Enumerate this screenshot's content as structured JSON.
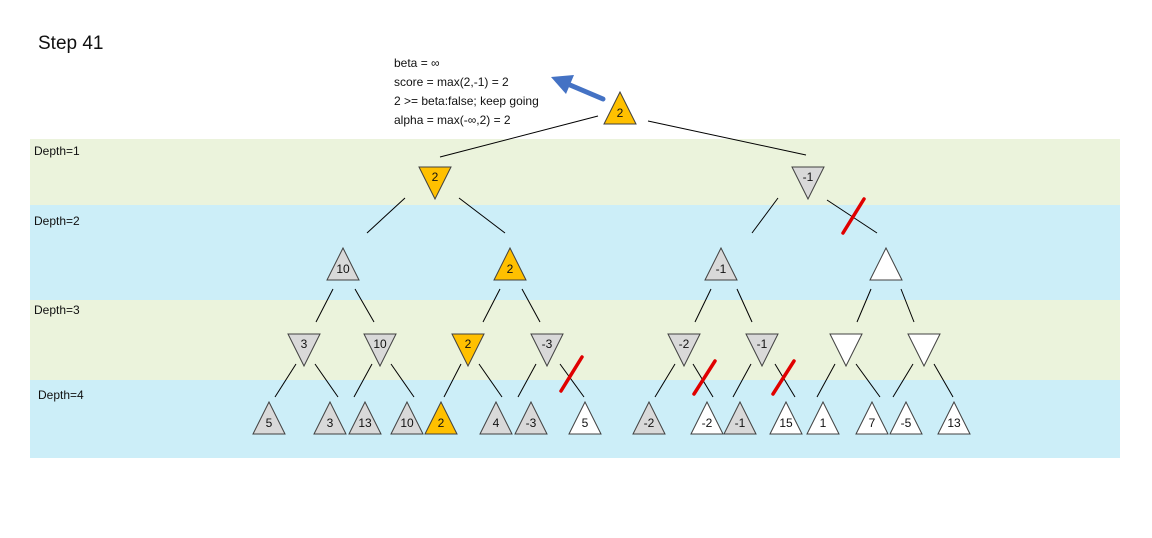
{
  "step_title": "Step 41",
  "notes": [
    "beta = ∞",
    "score = max(2,-1) = 2",
    "2 >= beta:false; keep going",
    "alpha = max(-∞,2) = 2"
  ],
  "depth_labels": [
    "Depth=1",
    "Depth=2",
    "Depth=3",
    "Depth=4"
  ],
  "colors": {
    "band_green": "#ebf3dc",
    "band_blue": "#cceef8",
    "node_active": "#ffc000",
    "node_visited": "#d9d9d9",
    "node_unvisited": "#ffffff",
    "prune_mark": "#e00000",
    "arrow": "#4472c4"
  },
  "tree": {
    "root": {
      "value": "2",
      "state": "active"
    },
    "d1": [
      {
        "value": "2",
        "state": "active"
      },
      {
        "value": "-1",
        "state": "visited"
      }
    ],
    "d2": [
      {
        "value": "10",
        "state": "visited"
      },
      {
        "value": "2",
        "state": "active"
      },
      {
        "value": "-1",
        "state": "visited"
      },
      {
        "value": "",
        "state": "unvisited"
      }
    ],
    "d3": [
      {
        "value": "3",
        "state": "visited"
      },
      {
        "value": "10",
        "state": "visited"
      },
      {
        "value": "2",
        "state": "active"
      },
      {
        "value": "-3",
        "state": "visited"
      },
      {
        "value": "-2",
        "state": "visited"
      },
      {
        "value": "-1",
        "state": "visited"
      },
      {
        "value": "",
        "state": "unvisited"
      },
      {
        "value": "",
        "state": "unvisited"
      }
    ],
    "d4": [
      {
        "value": "5",
        "state": "visited"
      },
      {
        "value": "3",
        "state": "visited"
      },
      {
        "value": "13",
        "state": "visited"
      },
      {
        "value": "10",
        "state": "visited"
      },
      {
        "value": "2",
        "state": "active"
      },
      {
        "value": "4",
        "state": "visited"
      },
      {
        "value": "-3",
        "state": "visited"
      },
      {
        "value": "5",
        "state": "unvisited"
      },
      {
        "value": "-2",
        "state": "visited"
      },
      {
        "value": "-2",
        "state": "unvisited"
      },
      {
        "value": "-1",
        "state": "visited"
      },
      {
        "value": "15",
        "state": "unvisited"
      },
      {
        "value": "1",
        "state": "unvisited"
      },
      {
        "value": "7",
        "state": "unvisited"
      },
      {
        "value": "-5",
        "state": "unvisited"
      },
      {
        "value": "13",
        "state": "unvisited"
      }
    ]
  }
}
